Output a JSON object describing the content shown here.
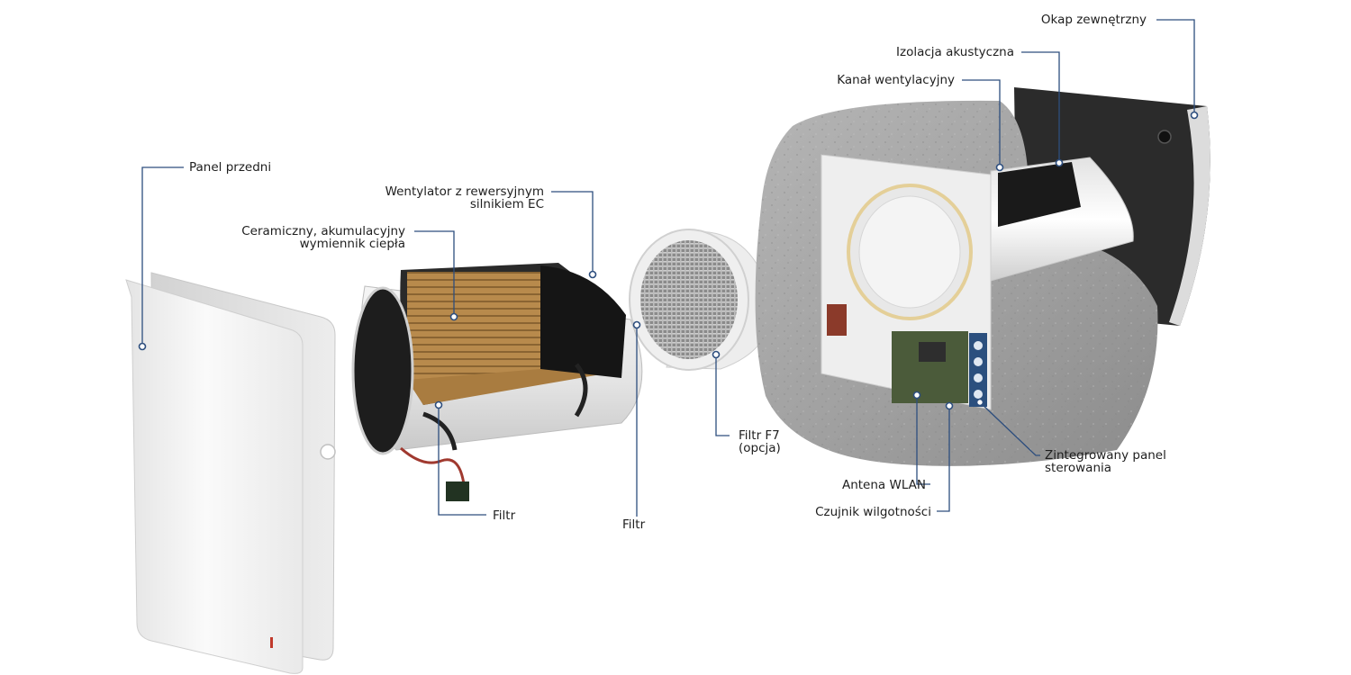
{
  "colors": {
    "leader_line": "#2d4e7e",
    "label_text": "#1e1e1e",
    "panel_white": "#f2f2f2",
    "insulation_grey": "#9c9c9c",
    "ceramic_core": "#b88a4c",
    "dark_foam": "#252525"
  },
  "labels": {
    "panel_przedni": "Panel przedni",
    "wentylator_1": "Wentylator z rewersyjnym",
    "wentylator_2": "silnikiem EC",
    "ceramiczny_1": "Ceramiczny, akumulacyjny",
    "ceramiczny_2": "wymiennik ciepła",
    "filtr_left": "Filtr",
    "filtr_mid": "Filtr",
    "filtr_f7_1": "Filtr F7",
    "filtr_f7_2": "(opcja)",
    "okap": "Okap zewnętrzny",
    "izolacja": "Izolacja akustyczna",
    "kanal": "Kanał wentylacyjny",
    "antena": "Antena WLAN",
    "czujnik": "Czujnik wilgotności",
    "zintegrowany_1": "Zintegrowany panel",
    "zintegrowany_2": "sterowania"
  }
}
